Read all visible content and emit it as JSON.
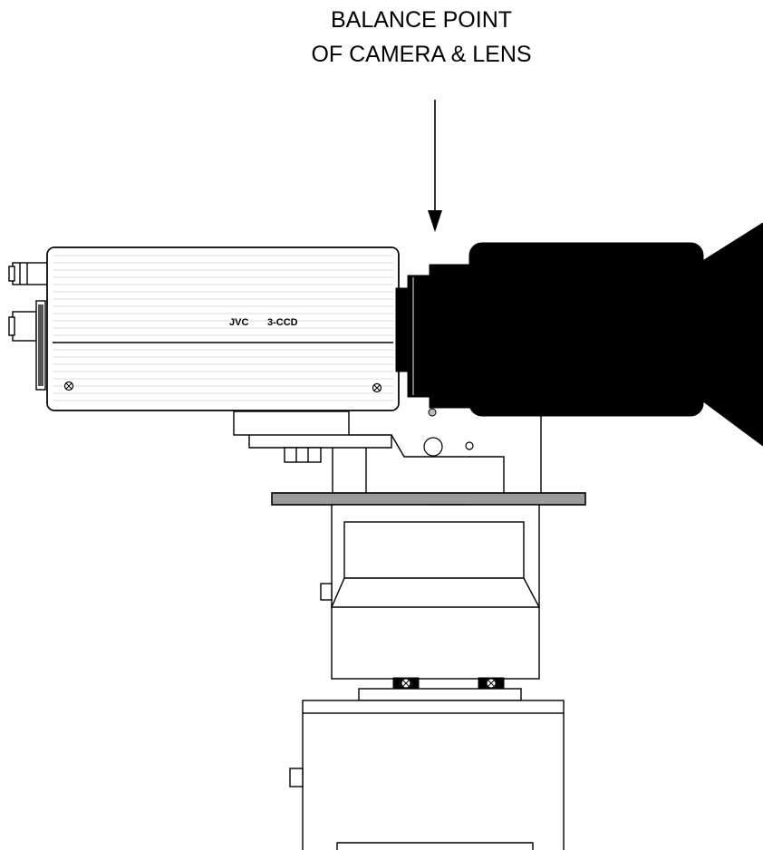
{
  "callout": {
    "line1": "BALANCE POINT",
    "line2": "OF CAMERA & LENS"
  },
  "camera": {
    "brand": "JVC",
    "model": "3-CCD"
  },
  "colors": {
    "line": "#000000",
    "background": "#ffffff",
    "plate": "#9a9a9a",
    "body_stripe": "#dcdcdc"
  }
}
